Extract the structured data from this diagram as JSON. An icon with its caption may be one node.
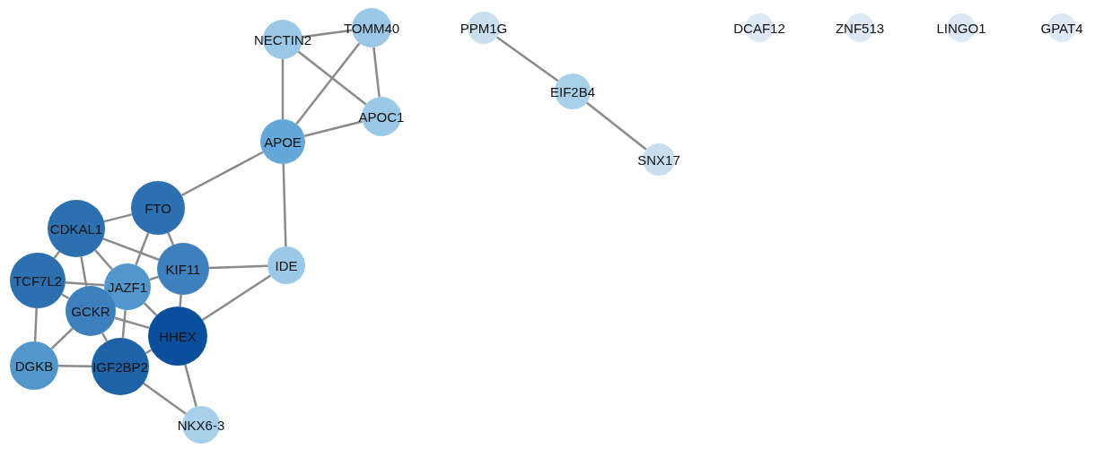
{
  "diagram": {
    "nodes": [
      {
        "text": [
          "NECTIN2"
        ]
      },
      {
        "text": [
          "TOMM40"
        ]
      },
      {
        "text": [
          "PPM1G"
        ]
      },
      {
        "text": [
          "DCAF12"
        ]
      },
      {
        "text": [
          "ZNF513"
        ]
      },
      {
        "text": [
          "LINGO1"
        ]
      },
      {
        "text": [
          "GPAT4"
        ]
      },
      {
        "text": [
          "APOC1"
        ]
      },
      {
        "text": [
          "EIF2B4"
        ]
      },
      {
        "text": [
          "APOE"
        ]
      },
      {
        "text": [
          "SNX17"
        ]
      },
      {
        "text": [
          "FTO"
        ]
      },
      {
        "text": [
          "CDKAL1"
        ]
      },
      {
        "text": [
          "TCF7L2"
        ]
      },
      {
        "text": [
          "JAZF1"
        ]
      },
      {
        "text": [
          "KIF11"
        ]
      },
      {
        "text": [
          "IDE"
        ]
      },
      {
        "text": [
          "GCKR"
        ]
      },
      {
        "text": [
          "HHEX"
        ]
      },
      {
        "text": [
          "DGKB"
        ]
      },
      {
        "text": [
          "IGF2BP2"
        ]
      },
      {
        "text": [
          "NKX6-3"
        ]
      }
    ],
    "edges": [
      {
        "from": 0,
        "to": 1,
        "arrow": "none"
      },
      {
        "from": 0,
        "to": 7,
        "arrow": "none"
      },
      {
        "from": 0,
        "to": 9,
        "arrow": "none"
      },
      {
        "from": 1,
        "to": 7,
        "arrow": "none"
      },
      {
        "from": 1,
        "to": 9,
        "arrow": "none"
      },
      {
        "from": 7,
        "to": 9,
        "arrow": "none"
      },
      {
        "from": 2,
        "to": 8,
        "arrow": "none"
      },
      {
        "from": 8,
        "to": 10,
        "arrow": "none"
      },
      {
        "from": 9,
        "to": 11,
        "arrow": "none"
      },
      {
        "from": 9,
        "to": 16,
        "arrow": "none"
      },
      {
        "from": 15,
        "to": 16,
        "arrow": "none"
      },
      {
        "from": 18,
        "to": 16,
        "arrow": "none"
      },
      {
        "from": 18,
        "to": 21,
        "arrow": "none"
      },
      {
        "from": 20,
        "to": 21,
        "arrow": "none"
      },
      {
        "from": 11,
        "to": 12,
        "arrow": "none"
      },
      {
        "from": 11,
        "to": 14,
        "arrow": "none"
      },
      {
        "from": 11,
        "to": 15,
        "arrow": "none"
      },
      {
        "from": 12,
        "to": 13,
        "arrow": "none"
      },
      {
        "from": 12,
        "to": 14,
        "arrow": "none"
      },
      {
        "from": 12,
        "to": 15,
        "arrow": "none"
      },
      {
        "from": 12,
        "to": 17,
        "arrow": "none"
      },
      {
        "from": 13,
        "to": 14,
        "arrow": "none"
      },
      {
        "from": 13,
        "to": 17,
        "arrow": "none"
      },
      {
        "from": 13,
        "to": 19,
        "arrow": "none"
      },
      {
        "from": 14,
        "to": 15,
        "arrow": "none"
      },
      {
        "from": 14,
        "to": 18,
        "arrow": "none"
      },
      {
        "from": 14,
        "to": 20,
        "arrow": "none"
      },
      {
        "from": 15,
        "to": 18,
        "arrow": "none"
      },
      {
        "from": 17,
        "to": 18,
        "arrow": "none"
      },
      {
        "from": 17,
        "to": 19,
        "arrow": "none"
      },
      {
        "from": 17,
        "to": 20,
        "arrow": "none"
      },
      {
        "from": 18,
        "to": 20,
        "arrow": "none"
      },
      {
        "from": 19,
        "to": 20,
        "arrow": "none"
      }
    ]
  }
}
